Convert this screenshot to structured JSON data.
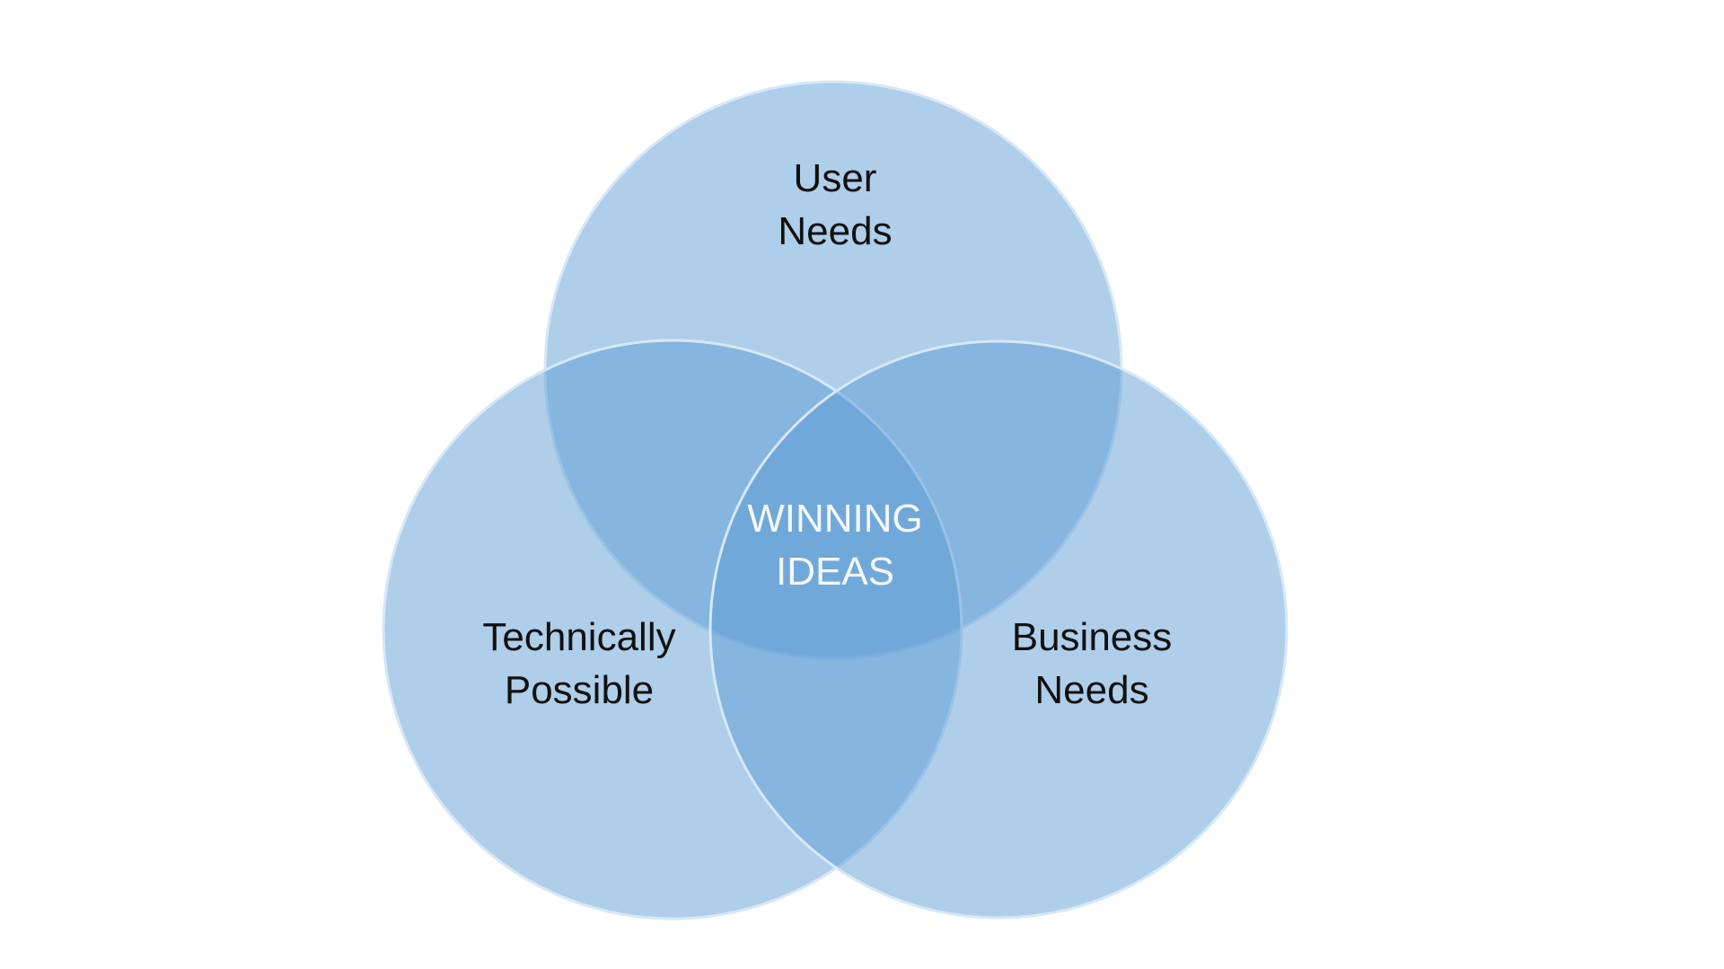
{
  "diagram": {
    "type": "venn",
    "colors": {
      "circle_fill": "#5b9bd5",
      "circle_stroke": "#d6e8f8",
      "label": "#111111",
      "center_label": "#f4f8ff"
    },
    "sets": [
      {
        "id": "user",
        "line1": "User",
        "line2": "Needs"
      },
      {
        "id": "technical",
        "line1": "Technically",
        "line2": "Possible"
      },
      {
        "id": "business",
        "line1": "Business",
        "line2": "Needs"
      }
    ],
    "intersection": {
      "line1": "WINNING",
      "line2": "IDEAS"
    }
  }
}
